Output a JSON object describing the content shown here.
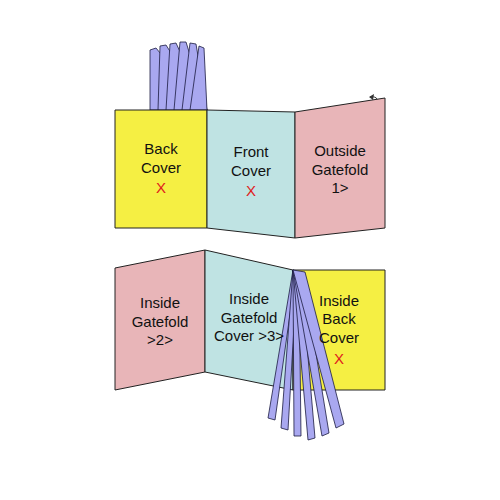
{
  "diagram": {
    "nodes": [
      {
        "text": [
          "Back Cover",
          "X"
        ]
      },
      {
        "text": [
          "Front Cover",
          "X"
        ]
      },
      {
        "text": [
          "Outside Gatefold 1>"
        ]
      },
      {
        "text": [
          "Inside Gatefold >2>"
        ]
      },
      {
        "text": [
          "Inside Gatefold Cover >3>"
        ]
      },
      {
        "text": [
          "Inside Back Cover",
          "X"
        ]
      }
    ]
  }
}
